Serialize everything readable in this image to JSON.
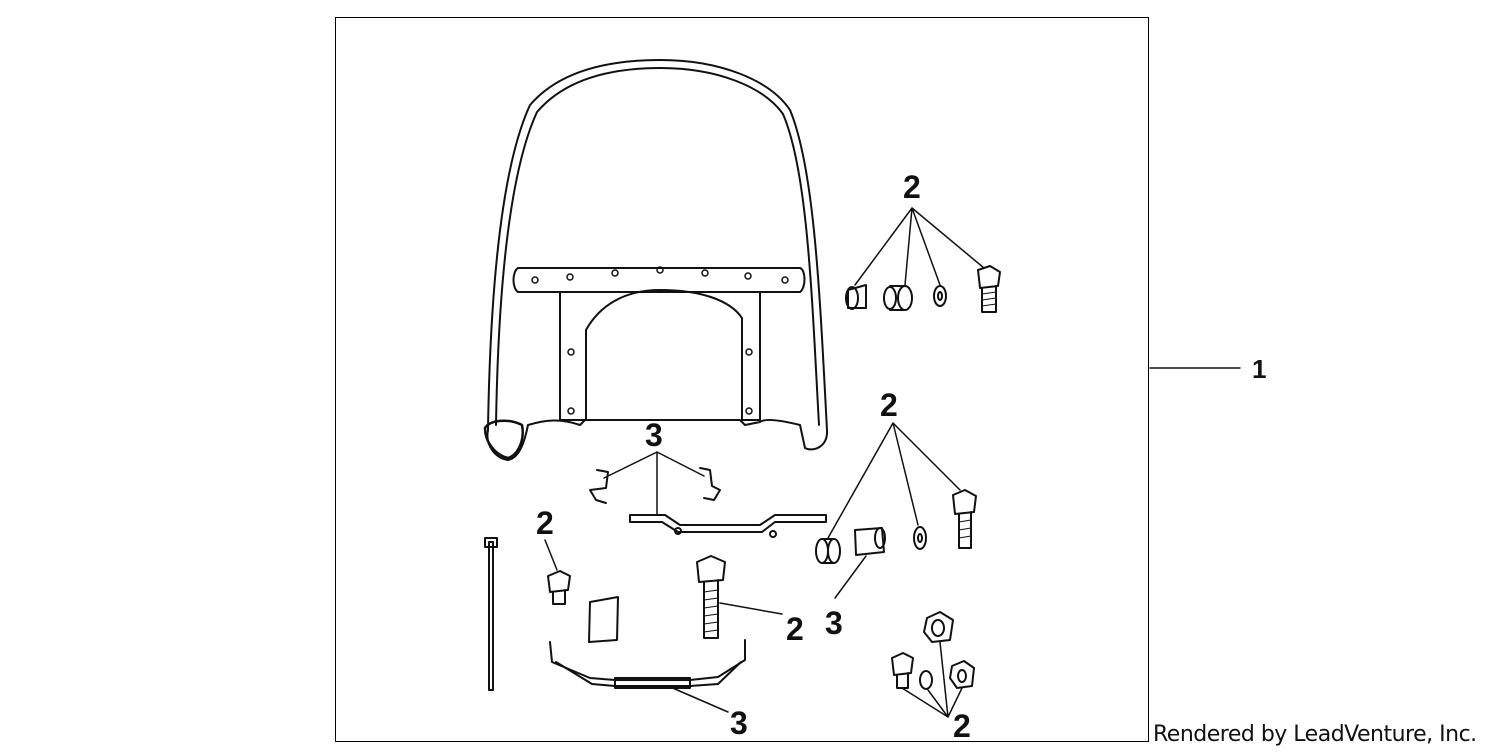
{
  "callouts": {
    "assembly": "1",
    "hardware_top": "2",
    "hardware_mid": "2",
    "bracket_clips": "3",
    "bolt_small": "2",
    "bolt_long": "2",
    "spacer": "3",
    "lower_bar": "3",
    "nut_set": "2"
  },
  "footer": {
    "credit": "Rendered by LeadVenture, Inc."
  },
  "colors": {
    "line": "#111111",
    "background": "#ffffff"
  }
}
